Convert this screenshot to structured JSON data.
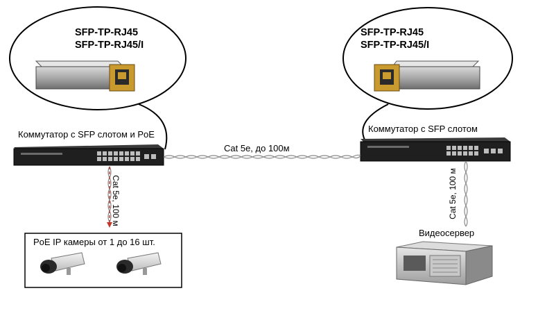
{
  "left_module": {
    "line1": "SFP-TP-RJ45",
    "line2": "SFP-TP-RJ45/I"
  },
  "right_module": {
    "line1": "SFP-TP-RJ45",
    "line2": "SFP-TP-RJ45/I"
  },
  "left_switch_label": "Коммутатор с SFP слотом  и PoE",
  "right_switch_label": "Коммутатор с SFP слотом",
  "link_label": "Cat 5e, до 100м",
  "left_vertical_label": "Cat 5e, 100 м",
  "right_vertical_label": "Cat 5e, 100 м",
  "cameras_label": "PoE IP камеры от 1 до 16 шт.",
  "server_label": "Видеосервер",
  "colors": {
    "cable": "#8a8a8a",
    "poe_arrow": "#c0392b",
    "gold": "#c99a2e",
    "switch": "#1f1f1f"
  }
}
